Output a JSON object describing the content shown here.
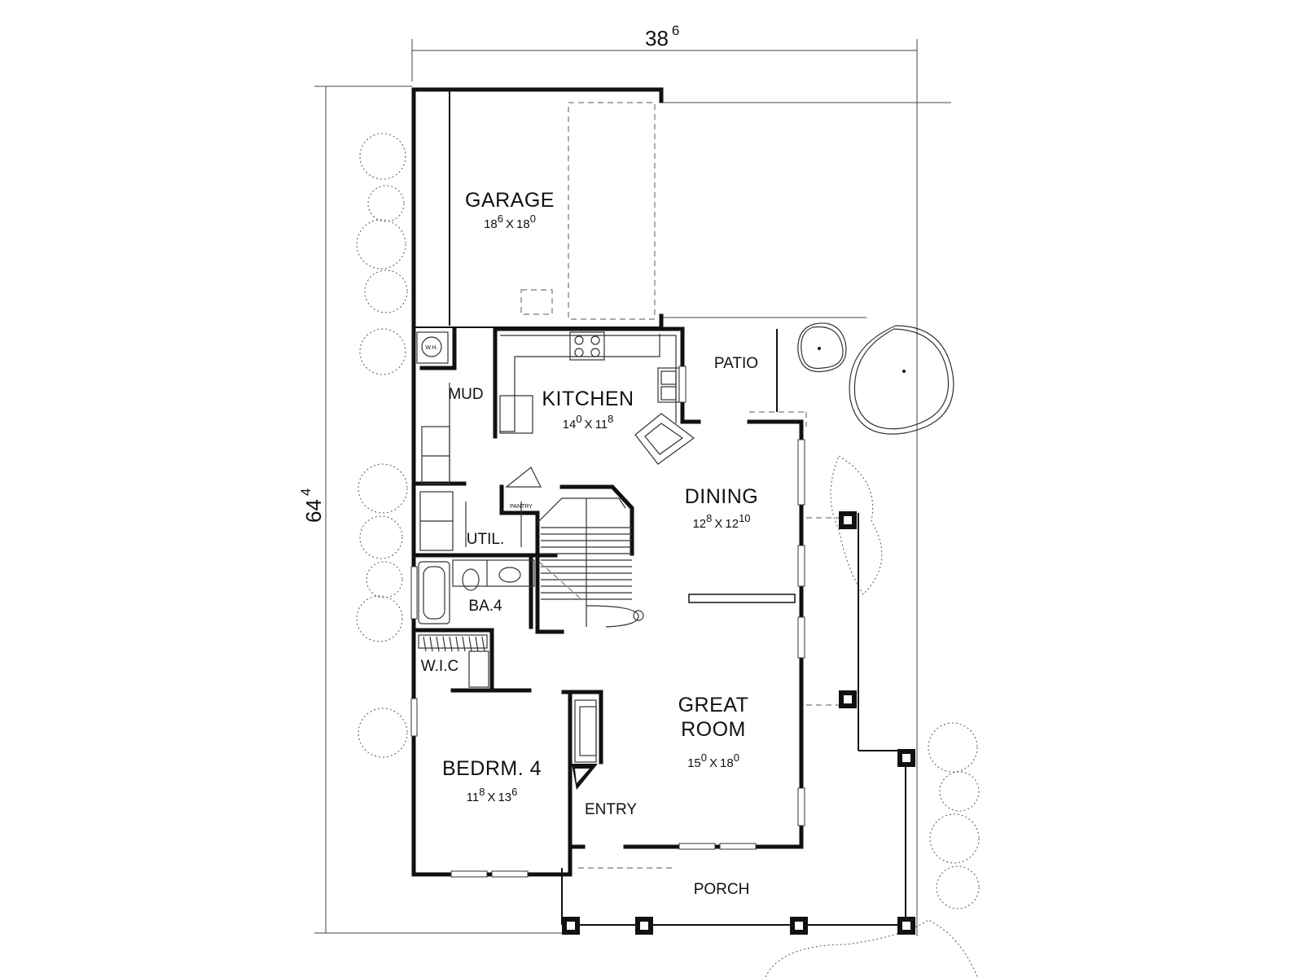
{
  "overall_width": {
    "main": "38",
    "sup": "6"
  },
  "overall_depth": {
    "main": "64",
    "sup": "4"
  },
  "rooms": {
    "garage": {
      "name": "GARAGE",
      "w": "18",
      "w_sup": "6",
      "x": "X",
      "d": "18",
      "d_sup": "0"
    },
    "mud": {
      "name": "MUD"
    },
    "kitchen": {
      "name": "KITCHEN",
      "w": "14",
      "w_sup": "0",
      "x": "X",
      "d": "11",
      "d_sup": "8"
    },
    "patio": {
      "name": "PATIO"
    },
    "util": {
      "name": "UTIL."
    },
    "pantry": {
      "name": "PANTRY"
    },
    "wh": {
      "name": "W.H."
    },
    "dining": {
      "name": "DINING",
      "w": "12",
      "w_sup": "8",
      "x": "X",
      "d": "12",
      "d_sup": "10"
    },
    "bath": {
      "name": "BA.4"
    },
    "wic": {
      "name": "W.I.C"
    },
    "great": {
      "line1": "GREAT",
      "line2": "ROOM",
      "w": "15",
      "w_sup": "0",
      "x": "X",
      "d": "18",
      "d_sup": "0"
    },
    "bedroom": {
      "name": "BEDRM. 4",
      "w": "11",
      "w_sup": "8",
      "x": "X",
      "d": "13",
      "d_sup": "6"
    },
    "entry": {
      "name": "ENTRY"
    },
    "porch": {
      "name": "PORCH"
    }
  }
}
